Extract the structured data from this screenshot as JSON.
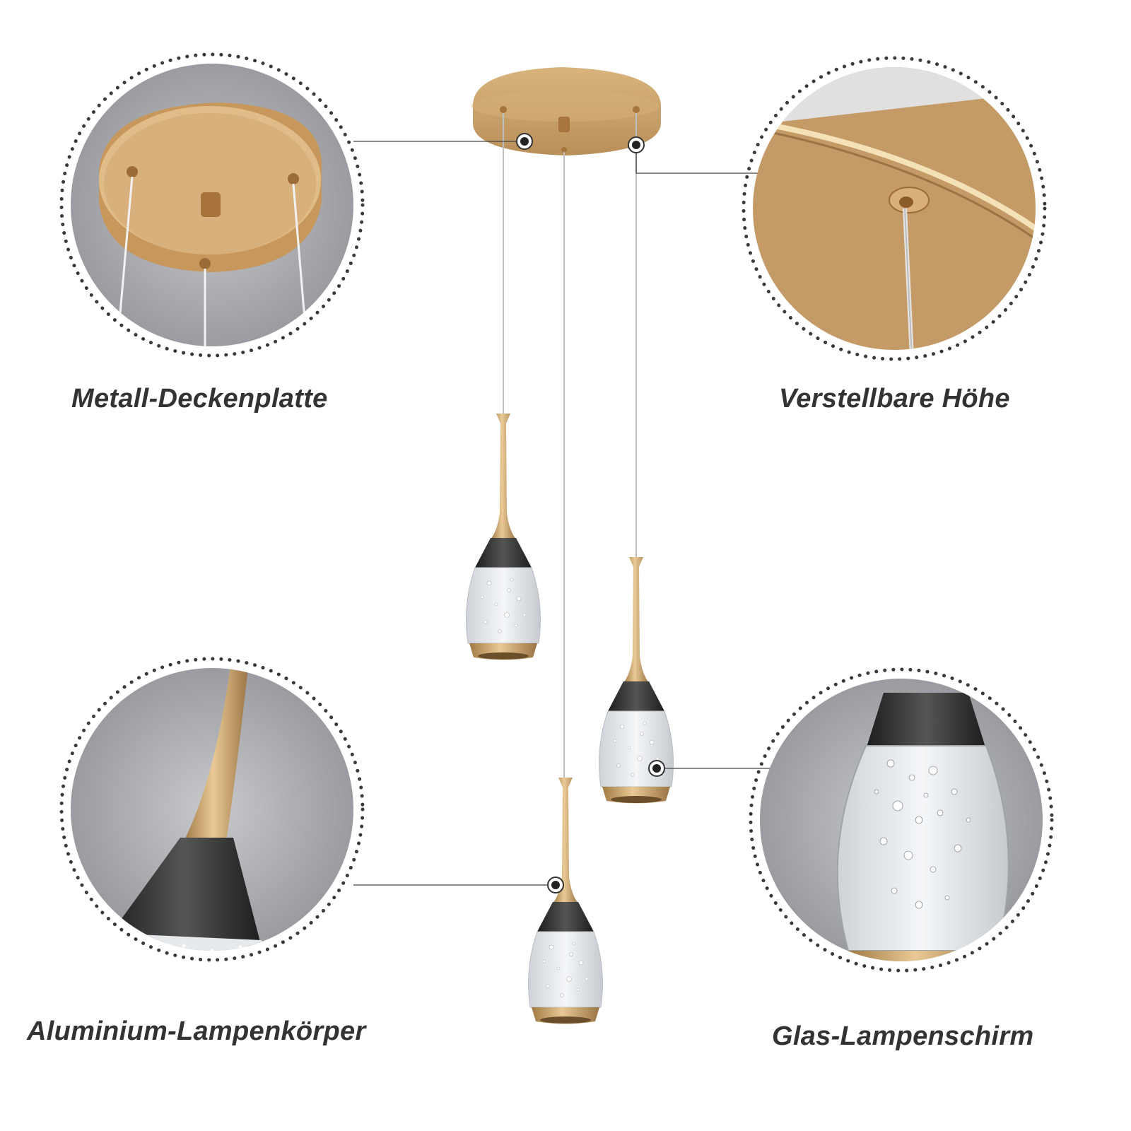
{
  "labels": {
    "ceiling_plate": "Metall-Deckenplatte",
    "adjustable_height": "Verstellbare Höhe",
    "aluminium_body": "Aluminium-Lampenkörper",
    "glass_shade": "Glas-Lampenschirm"
  },
  "colors": {
    "gold": "#c9a36b",
    "gold_dark": "#8f6a3a",
    "black_cap": "#2a2a2a",
    "glass": "#e6e9ec",
    "circle_bg": "#9c9ea3",
    "dots": "#3a3a3a",
    "label_text": "#333333"
  },
  "icons": [
    "ceiling-plate-detail",
    "height-adjust-detail",
    "lamp-body-detail",
    "glass-shade-detail"
  ]
}
